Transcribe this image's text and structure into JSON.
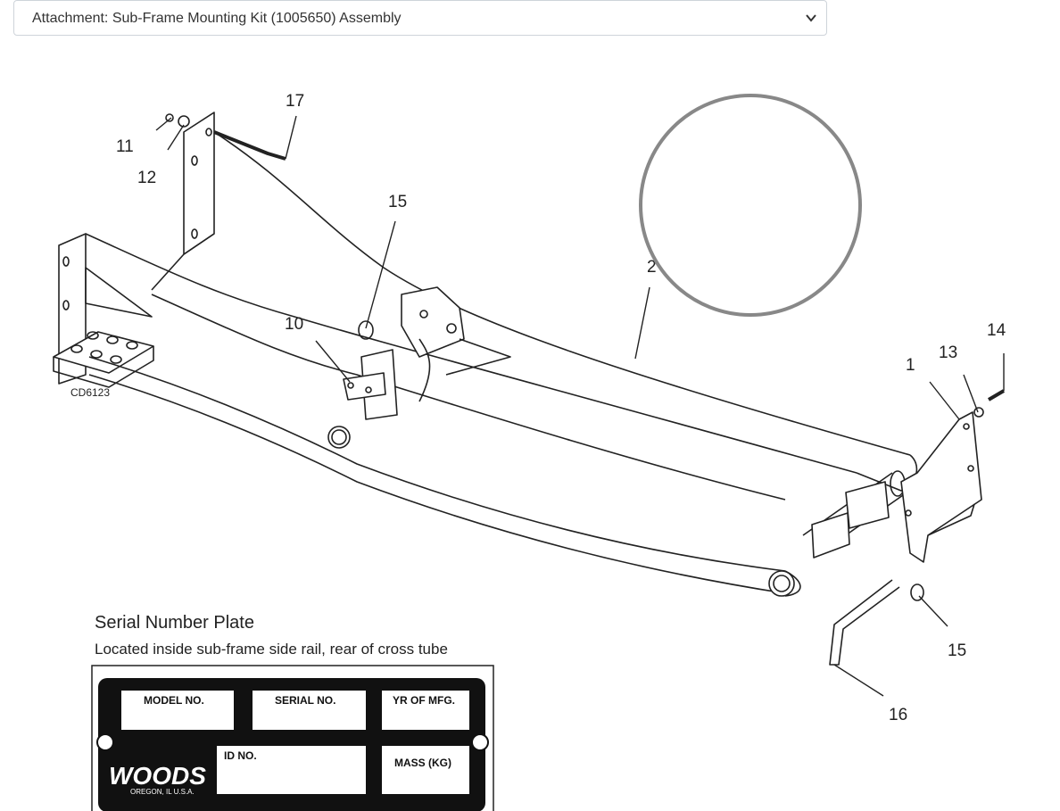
{
  "assembly_select": {
    "selected": "Attachment: Sub-Frame Mounting Kit (1005650) Assembly",
    "icon": "chevron-down-icon"
  },
  "diagram": {
    "figure_code": "CD6123",
    "callouts": [
      "17",
      "11",
      "12",
      "15",
      "2",
      "10",
      "14",
      "13",
      "1",
      "15",
      "16"
    ]
  },
  "serial_plate": {
    "title": "Serial Number Plate",
    "subtitle": "Located inside sub-frame side rail, rear of cross tube",
    "fields": {
      "model": "MODEL NO.",
      "serial": "SERIAL NO.",
      "year": "YR OF MFG.",
      "id": "ID NO.",
      "mass": "MASS (KG)"
    },
    "brand": "WOODS",
    "location": "OREGON, IL U.S.A."
  },
  "colors": {
    "ink": "#222222",
    "highlight_circle": "#888888",
    "select_border": "#ced4da"
  }
}
